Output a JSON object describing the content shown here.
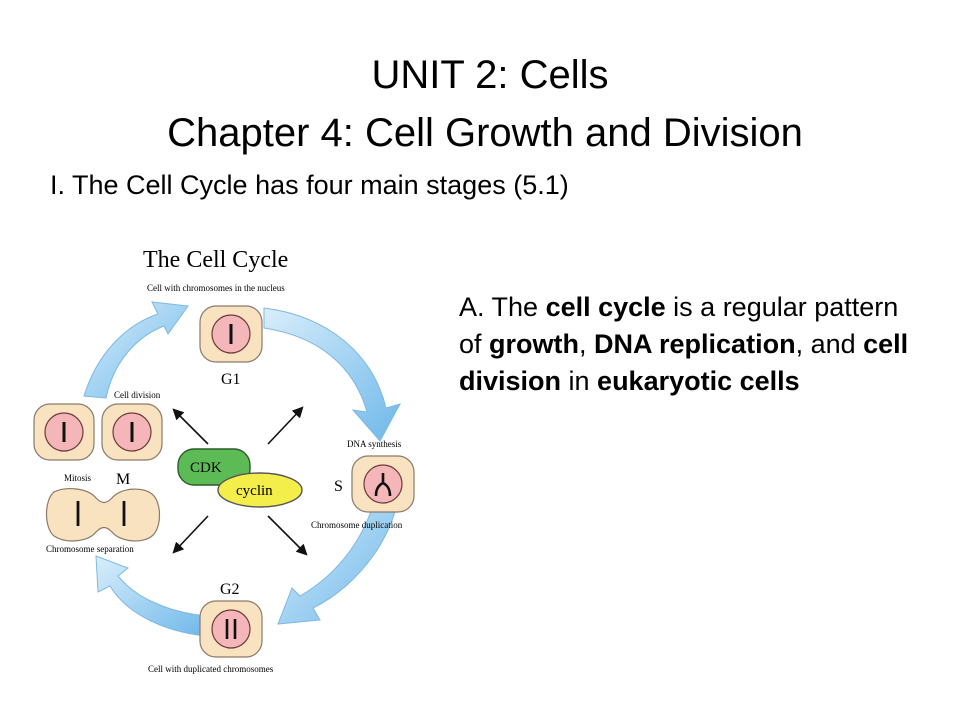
{
  "title": {
    "line1": "UNIT 2: Cells",
    "line2": "Chapter 4: Cell Growth and Division"
  },
  "subheading": "I. The Cell Cycle has four main stages (5.1)",
  "body": {
    "prefix": "A. The ",
    "term_cell_cycle": "cell cycle",
    "t1": " is a regular pattern of ",
    "term_growth": "growth",
    "t2": ", ",
    "term_dna": "DNA replication",
    "t3": ", and ",
    "term_division": "cell division",
    "t4": " in ",
    "term_eukaryotic": "eukaryotic cells"
  },
  "diagram": {
    "heading": "The Cell Cycle",
    "cap_top": "Cell with chromosomes in the nucleus",
    "phase_g1": "G1",
    "cap_dna": "DNA synthesis",
    "phase_s": "S",
    "cap_dup": "Chromosome duplication",
    "phase_g2": "G2",
    "cap_bottom": "Cell with duplicated chromosomes",
    "cap_division": "Cell division",
    "cap_mitosis": "Mitosis",
    "phase_m": "M",
    "cap_separation": "Chromosome separation",
    "cdk": "CDK",
    "cyclin": "cyclin",
    "colors": {
      "cell_fill": "#f9e2c0",
      "nucleus_fill": "#f4b6b8",
      "arrow_fill": "#8cc8ef",
      "cdk_fill": "#5dbb55",
      "cyclin_fill": "#f4ee4a"
    }
  }
}
